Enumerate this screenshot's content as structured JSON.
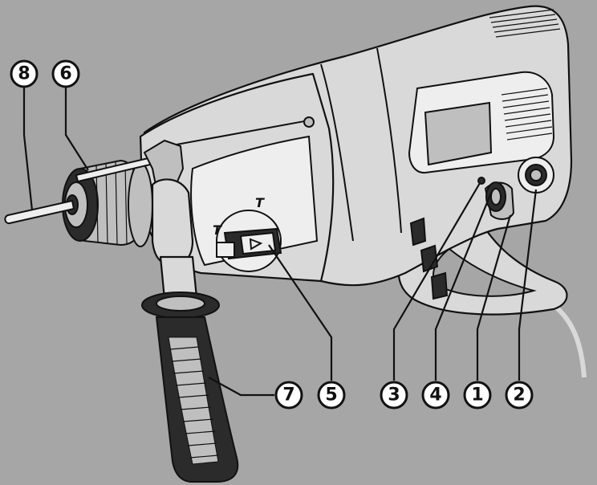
{
  "diagram": {
    "callouts": [
      {
        "label": "8"
      },
      {
        "label": "6"
      },
      {
        "label": "7"
      },
      {
        "label": "5"
      },
      {
        "label": "3"
      },
      {
        "label": "4"
      },
      {
        "label": "1"
      },
      {
        "label": "2"
      }
    ],
    "switch_marks": {
      "hammer_mark": "T",
      "drill_mark": "T"
    },
    "colors": {
      "background": "#a6a6a6",
      "housing": "#d9d9d9",
      "outline": "#111111",
      "grip": "#2b2b2b"
    }
  }
}
